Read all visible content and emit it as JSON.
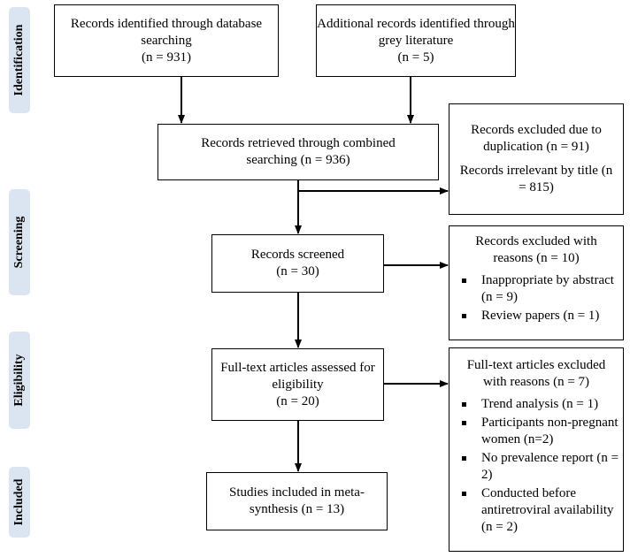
{
  "phases": {
    "identification": "Identification",
    "screening": "Screening",
    "eligibility": "Eligibility",
    "included": "Included"
  },
  "boxes": {
    "database": {
      "line1": "Records identified through database searching",
      "line2": "(n = 931)"
    },
    "grey": {
      "line1": "Additional records identified through grey literature",
      "line2": "(n = 5)"
    },
    "combined": {
      "line1": "Records retrieved through combined searching (n = 936)"
    },
    "excluded_dup": {
      "line1": "Records excluded due to duplication (n = 91)",
      "line2": "Records irrelevant by title (n = 815)"
    },
    "screened": {
      "line1": "Records screened",
      "line2": "(n = 30)"
    },
    "excluded_reasons": {
      "title": "Records excluded with reasons (n = 10)",
      "items": [
        "Inappropriate by abstract (n = 9)",
        "Review papers (n = 1)"
      ]
    },
    "fulltext": {
      "line1": "Full-text articles assessed for eligibility",
      "line2": "(n = 20)"
    },
    "fulltext_excluded": {
      "title": "Full-text articles excluded with reasons (n = 7)",
      "items": [
        "Trend analysis (n = 1)",
        "Participants non-pregnant women (n=2)",
        "No prevalence report (n = 2)",
        "Conducted before antiretroviral availability (n = 2)"
      ]
    },
    "included": {
      "line1": "Studies included in meta-synthesis (n = 13)"
    }
  }
}
